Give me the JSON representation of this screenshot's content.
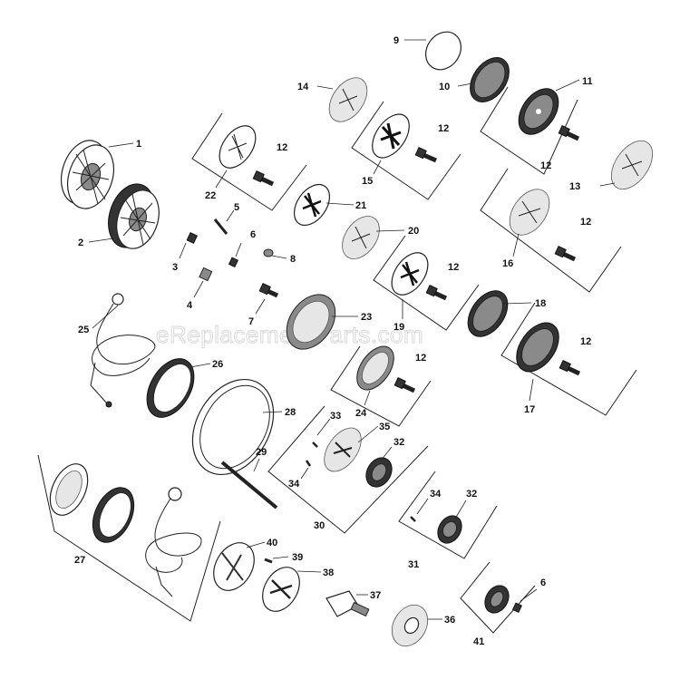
{
  "watermark": "eReplacementParts.com",
  "labels": [
    "1",
    "2",
    "3",
    "4",
    "5",
    "6",
    "6",
    "7",
    "8",
    "9",
    "10",
    "11",
    "12",
    "12",
    "12",
    "12",
    "12",
    "12",
    "12",
    "13",
    "14",
    "15",
    "16",
    "17",
    "18",
    "19",
    "20",
    "21",
    "22",
    "23",
    "24",
    "25",
    "26",
    "27",
    "28",
    "29",
    "30",
    "31",
    "32",
    "32",
    "33",
    "34",
    "34",
    "35",
    "36",
    "37",
    "38",
    "39",
    "40",
    "41"
  ]
}
